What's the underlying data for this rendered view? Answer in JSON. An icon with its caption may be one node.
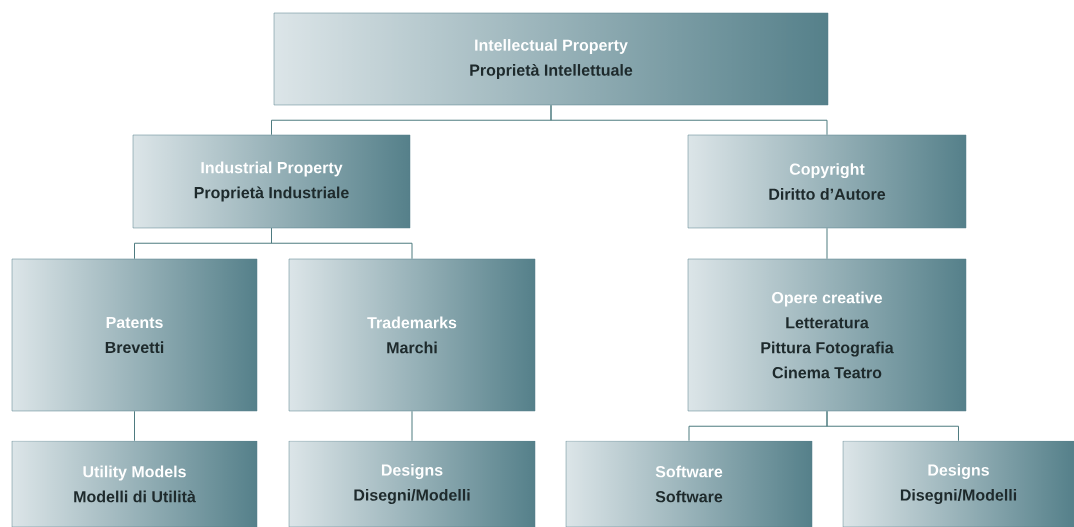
{
  "diagram": {
    "nodes": [
      {
        "text": [
          "Intellectual Property",
          "Proprietà Intellettuale"
        ]
      },
      {
        "text": [
          "Industrial Property",
          "Proprietà Industriale"
        ]
      },
      {
        "text": [
          "Copyright",
          "Diritto d’Autore"
        ]
      },
      {
        "text": [
          "Patents",
          "Brevetti"
        ]
      },
      {
        "text": [
          "Trademarks",
          "Marchi"
        ]
      },
      {
        "text": [
          "Opere creative",
          "Letteratura",
          "Pittura Fotografia",
          "Cinema Teatro"
        ]
      },
      {
        "text": [
          "Utility Models",
          "Modelli di Utilità"
        ]
      },
      {
        "text": [
          "Designs",
          "Disegni/Modelli"
        ]
      },
      {
        "text": [
          "Software",
          "Software"
        ]
      },
      {
        "text": [
          "Designs",
          "Disegni/Modelli"
        ]
      }
    ],
    "edges": [
      {
        "from": 0,
        "to": 1,
        "arrow": "none"
      },
      {
        "from": 0,
        "to": 2,
        "arrow": "none"
      },
      {
        "from": 1,
        "to": 3,
        "arrow": "none"
      },
      {
        "from": 1,
        "to": 4,
        "arrow": "none"
      },
      {
        "from": 3,
        "to": 6,
        "arrow": "none"
      },
      {
        "from": 4,
        "to": 7,
        "arrow": "none"
      },
      {
        "from": 2,
        "to": 5,
        "arrow": "none"
      },
      {
        "from": 5,
        "to": 8,
        "arrow": "none"
      },
      {
        "from": 5,
        "to": 9,
        "arrow": "none"
      }
    ]
  }
}
